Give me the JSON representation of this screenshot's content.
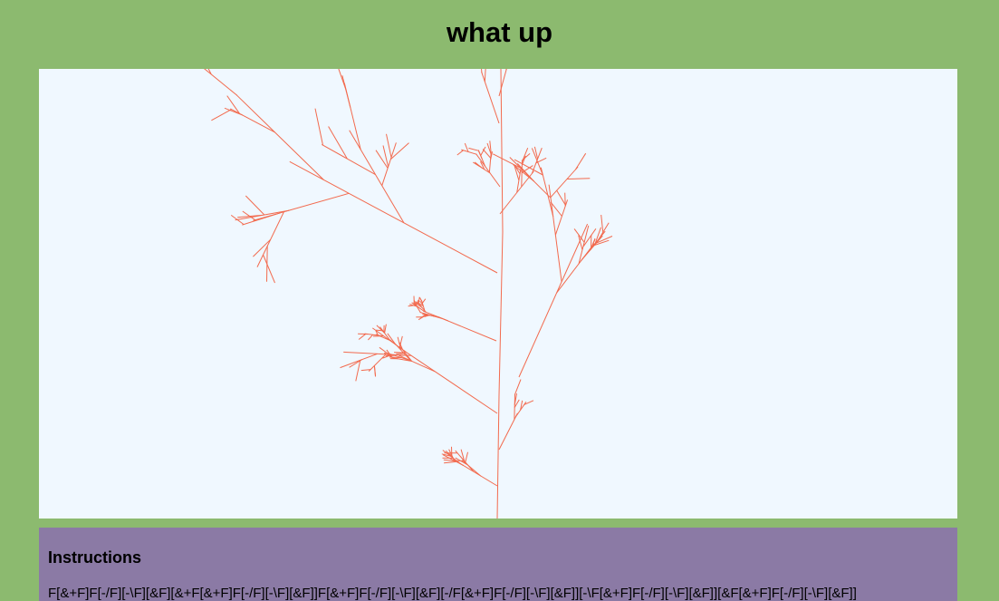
{
  "page": {
    "title": "what up"
  },
  "canvas": {
    "background_color": "#f0f8ff",
    "stroke_color": "#f26a4e"
  },
  "instructions": {
    "heading": "Instructions",
    "rule": "F[&+F]F[-/F][-\\F][&F][&+F[&+F]F[-/F][-\\F][&F]]F[&+F]F[-/F][-\\F][&F][-/F[&+F]F[-/F][-\\F][&F]][-\\F[&+F]F[-/F][-\\F][&F]][&F[&+F]F[-/F][-\\F][&F]]"
  },
  "colors": {
    "page_background": "#8cba6f",
    "instructions_background": "#8b7aa5"
  }
}
